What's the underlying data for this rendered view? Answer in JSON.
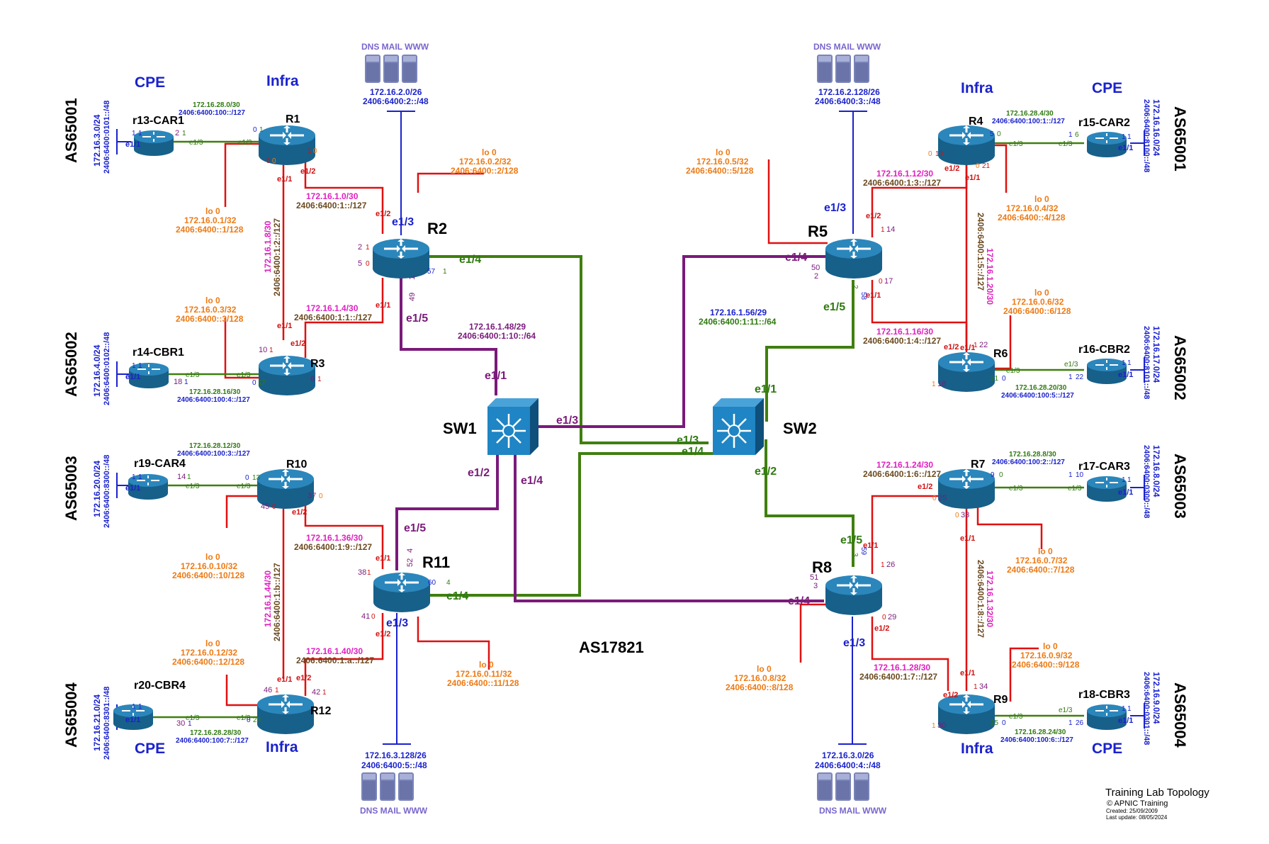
{
  "title": "Training Lab Topology",
  "copyright": "© APNIC Training",
  "created": "Created: 25/09/2009",
  "updated": "Last update: 08/05/2024",
  "core_as": "AS17821",
  "colors": {
    "red": "#e01010",
    "green": "#3f7f0f",
    "purple": "#7a1a7a",
    "blue": "#1a22cc",
    "orange": "#ee7a14",
    "magenta": "#e020c0",
    "router": "#1f6f9e",
    "switch": "#1a7ab8"
  },
  "as_labels": {
    "left": [
      "AS65001",
      "AS65002",
      "AS65003",
      "AS65004"
    ],
    "right": [
      "AS65001",
      "AS65002",
      "AS65003",
      "AS65004"
    ]
  },
  "zones": {
    "cpe": "CPE",
    "infra": "Infra"
  },
  "services": "DNS MAIL WWW",
  "server_nets": [
    {
      "v4": "172.16.2.0/26",
      "v6": "2406:6400:2::/48"
    },
    {
      "v4": "172.16.2.128/26",
      "v6": "2406:6400:3::/48"
    },
    {
      "v4": "172.16.3.128/26",
      "v6": "2406:6400:5::/48"
    },
    {
      "v4": "172.16.3.0/26",
      "v6": "2406:6400:4::/48"
    }
  ],
  "routers": {
    "r1": "R1",
    "r2": "R2",
    "r3": "R3",
    "r4": "R4",
    "r5": "R5",
    "r6": "R6",
    "r7": "R7",
    "r8": "R8",
    "r9": "R9",
    "r10": "R10",
    "r11": "R11",
    "r12": "R12",
    "r13": "r13-CAR1",
    "r14": "r14-CBR1",
    "r15": "r15-CAR2",
    "r16": "r16-CBR2",
    "r17": "r17-CAR3",
    "r18": "r18-CBR3",
    "r19": "r19-CAR4",
    "r20": "r20-CBR4"
  },
  "switches": {
    "sw1": "SW1",
    "sw2": "SW2"
  },
  "cust_nets": {
    "r13": {
      "v4": "172.16.3.0/24",
      "v6": "2406:6400:0101::/48"
    },
    "r14": {
      "v4": "172.16.4.0/24",
      "v6": "2406:6400:0102::/48"
    },
    "r19": {
      "v4": "172.16.20.0/24",
      "v6": "2406:6400:8300::/48"
    },
    "r20": {
      "v4": "172.16.21.0/24",
      "v6": "2406:6400:8301::/48"
    },
    "r15": {
      "v4": "172.16.16.0/24",
      "v6": "2406:6400:8100::/48"
    },
    "r16": {
      "v4": "172.16.17.0/24",
      "v6": "2406:6400:8101::/48"
    },
    "r17": {
      "v4": "172.16.8.0/24",
      "v6": "2406:6400:0300::/48"
    },
    "r18": {
      "v4": "172.16.9.0/24",
      "v6": "2406:6400:0301::/48"
    }
  },
  "cust_links": {
    "r13_r1": {
      "v4": "172.16.28.0/30",
      "v6": "2406:6400:100::/127"
    },
    "r14_r3": {
      "v4": "172.16.28.16/30",
      "v6": "2406:6400:100:4::/127"
    },
    "r19_r10": {
      "v4": "172.16.28.12/30",
      "v6": "2406:6400:100:3::/127"
    },
    "r20_r12": {
      "v4": "172.16.28.28/30",
      "v6": "2406:6400:100:7::/127"
    },
    "r4_r15": {
      "v4": "172.16.28.4/30",
      "v6": "2406:6400:100:1::/127"
    },
    "r6_r16": {
      "v4": "172.16.28.20/30",
      "v6": "2406:6400:100:5::/127"
    },
    "r7_r17": {
      "v4": "172.16.28.8/30",
      "v6": "2406:6400:100:2::/127"
    },
    "r9_r18": {
      "v4": "172.16.28.24/30",
      "v6": "2406:6400:100:6::/127"
    }
  },
  "loopbacks": {
    "r1": {
      "name": "lo 0",
      "v4": "172.16.0.1/32",
      "v6": "2406:6400::1/128"
    },
    "r2": {
      "name": "lo 0",
      "v4": "172.16.0.2/32",
      "v6": "2406:6400::2/128"
    },
    "r3": {
      "name": "lo 0",
      "v4": "172.16.0.3/32",
      "v6": "2406:6400::3/128"
    },
    "r4": {
      "name": "lo 0",
      "v4": "172.16.0.4/32",
      "v6": "2406:6400::4/128"
    },
    "r5": {
      "name": "lo 0",
      "v4": "172.16.0.5/32",
      "v6": "2406:6400::5/128"
    },
    "r6": {
      "name": "lo 0",
      "v4": "172.16.0.6/32",
      "v6": "2406:6400::6/128"
    },
    "r7": {
      "name": "lo 0",
      "v4": "172.16.0.7/32",
      "v6": "2406:6400::7/128"
    },
    "r8": {
      "name": "lo 0",
      "v4": "172.16.0.8/32",
      "v6": "2406:6400::8/128"
    },
    "r9": {
      "name": "lo 0",
      "v4": "172.16.0.9/32",
      "v6": "2406:6400::9/128"
    },
    "r10": {
      "name": "lo 0",
      "v4": "172.16.0.10/32",
      "v6": "2406:6400::10/128"
    },
    "r11": {
      "name": "lo 0",
      "v4": "172.16.0.11/32",
      "v6": "2406:6400::11/128"
    },
    "r12": {
      "name": "lo 0",
      "v4": "172.16.0.12/32",
      "v6": "2406:6400::12/128"
    }
  },
  "core_links": {
    "r1_r2": {
      "v4": "172.16.1.0/30",
      "v6": "2406:6400:1::/127"
    },
    "r1_r3": {
      "v4": "172.16.1.8/30",
      "v6": "2406:6400:1:2::/127"
    },
    "r2_r3": {
      "v4": "172.16.1.4/30",
      "v6": "2406:6400:1:1::/127"
    },
    "r4_r5": {
      "v4": "172.16.1.12/30",
      "v6": "2406:6400:1:3::/127"
    },
    "r4_r6": {
      "v4": "172.16.1.20/30",
      "v6": "2406:6400:1:5::/127"
    },
    "r5_r6": {
      "v4": "172.16.1.16/30",
      "v6": "2406:6400:1:4::/127"
    },
    "r7_r8": {
      "v4": "172.16.1.24/30",
      "v6": "2406:6400:1:6::/127"
    },
    "r7_r9": {
      "v4": "172.16.1.32/30",
      "v6": "2406:6400:1:8::/127"
    },
    "r8_r9": {
      "v4": "172.16.1.28/30",
      "v6": "2406:6400:1:7::/127"
    },
    "r10_r11": {
      "v4": "172.16.1.36/30",
      "v6": "2406:6400:1:9::/127"
    },
    "r10_r12": {
      "v4": "172.16.1.44/30",
      "v6": "2406:6400:1:b::/127"
    },
    "r11_r12": {
      "v4": "172.16.1.40/30",
      "v6": "2406:6400:1:a::/127"
    }
  },
  "lans": {
    "sw1": {
      "v4": "172.16.1.48/29",
      "v6": "2406:6400:1:10::/64"
    },
    "sw2": {
      "v4": "172.16.1.56/29",
      "v6": "2406:6400:1:11::/64"
    }
  },
  "ifaces": {
    "e1_1": "e1/1",
    "e1_2": "e1/2",
    "e1_3": "e1/3",
    "e1_4": "e1/4",
    "e1_5": "e1/5"
  },
  "host_octets": {
    "r1": [
      "0",
      "1",
      "1",
      "0",
      "9",
      "0"
    ],
    "r2": [
      "2",
      "1",
      "5",
      "0",
      "57",
      "1",
      "49",
      "1"
    ],
    "r3": [
      "10",
      "1",
      "0",
      "17",
      "6",
      "1"
    ],
    "r4": [
      "5",
      "0",
      "0",
      "13",
      "0",
      "21"
    ],
    "r5": [
      "1",
      "14",
      "50",
      "2",
      "58",
      "2",
      "0",
      "17"
    ],
    "r6": [
      "1",
      "22",
      "21",
      "0",
      "1",
      "18"
    ],
    "r7": [
      "9",
      "0",
      "0",
      "25",
      "0",
      "33"
    ],
    "r8": [
      "1",
      "26",
      "51",
      "3",
      "59",
      "3",
      "0",
      "29"
    ],
    "r9": [
      "1",
      "34",
      "25",
      "0",
      "1",
      "30"
    ],
    "r10": [
      "0",
      "13",
      "45",
      "0",
      "37",
      "0"
    ],
    "r11": [
      "38",
      "1",
      "60",
      "4",
      "52",
      "4",
      "41",
      "0"
    ],
    "r12": [
      "46",
      "1",
      "42",
      "1",
      "0",
      "29"
    ],
    "cpe": [
      "1",
      "1",
      "2",
      "1",
      "1",
      "1",
      "18",
      "1",
      "1",
      "1",
      "14",
      "1",
      "1",
      "1",
      "30",
      "1",
      "1",
      "6",
      "1",
      "1",
      "1",
      "22",
      "1",
      "1",
      "1",
      "10",
      "1",
      "1",
      "1",
      "26",
      "1",
      "1"
    ]
  }
}
